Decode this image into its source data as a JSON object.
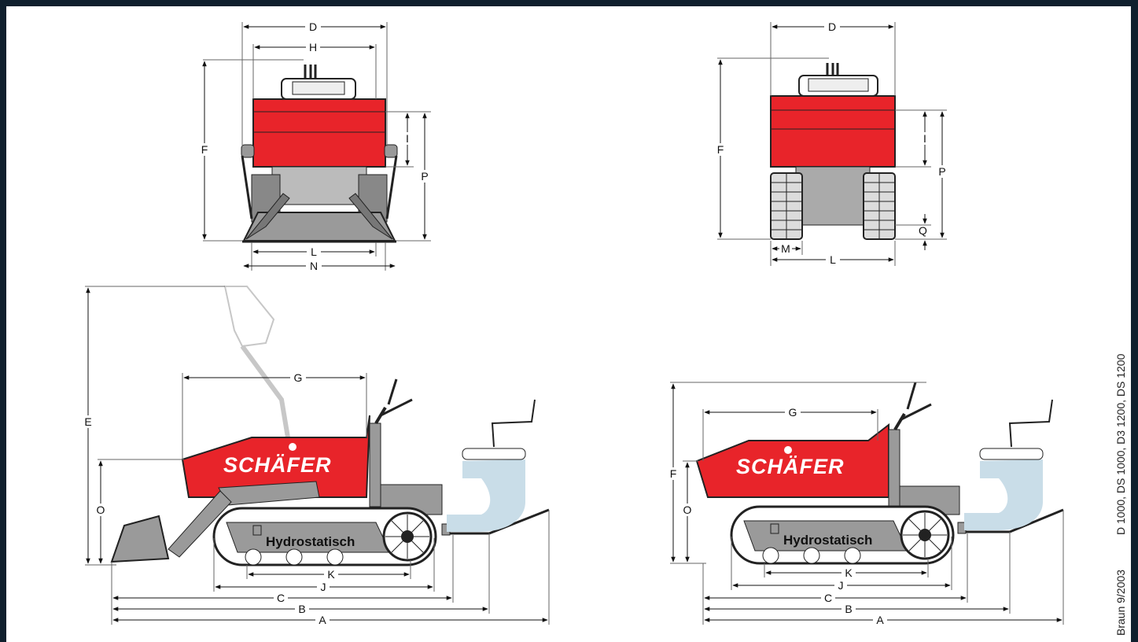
{
  "labels": {
    "tl_D": "D",
    "tl_H": "H",
    "tl_F": "F",
    "tl_I": "I",
    "tl_P": "P",
    "tl_L": "L",
    "tl_N": "N",
    "tr_D": "D",
    "tr_F": "F",
    "tr_I": "I",
    "tr_P": "P",
    "tr_Q": "Q",
    "tr_M": "M",
    "tr_L": "L",
    "bl_G": "G",
    "bl_E": "E",
    "bl_O": "O",
    "bl_K": "K",
    "bl_J": "J",
    "bl_C": "C",
    "bl_B": "B",
    "bl_A": "A",
    "br_G": "G",
    "br_F": "F",
    "br_O": "O",
    "br_K": "K",
    "br_J": "J",
    "br_C": "C",
    "br_B": "B",
    "br_A": "A"
  },
  "branding": {
    "brand_left": "SCHÄFER",
    "brand_right": "SCHÄFER",
    "plate_left": "Hydrostatisch",
    "plate_right": "Hydrostatisch"
  },
  "side_text": {
    "edition": "Braun 9/2003",
    "models": "D 1000, DS 1000, D3 1200, DS 1200"
  },
  "colors": {
    "red": "#e8242a",
    "grey": "#9a9a9a",
    "light_blue": "#c9dde8",
    "frame": "#0f1f2d"
  }
}
